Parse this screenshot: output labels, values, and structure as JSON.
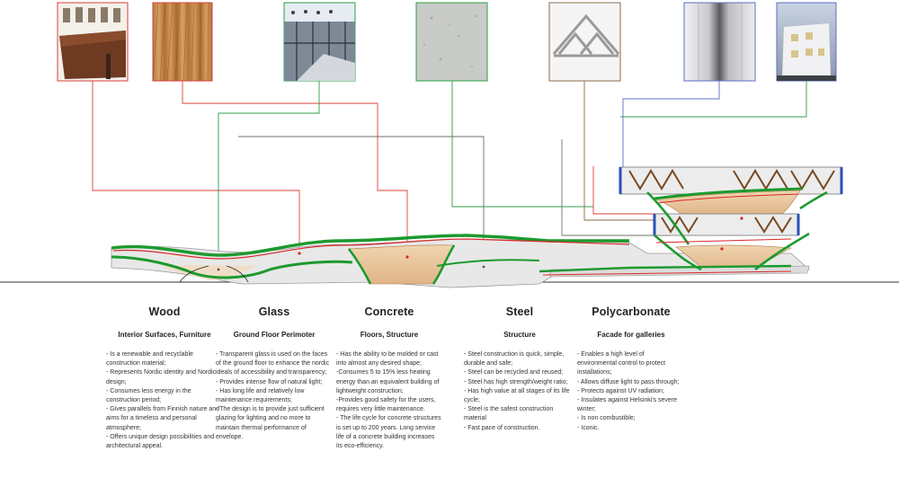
{
  "colors": {
    "wood": "#d9413a",
    "glass": "#2e9e48",
    "concrete": "#6f6f6f",
    "steel": "#8a6a4a",
    "polycarbonate": "#5a6fc4",
    "green_band": "#1c9a2e",
    "red_line": "#d8282a",
    "blue_band": "#2d4fb8",
    "wood_fill": "#e6c29a"
  },
  "materials": [
    {
      "key": "wood",
      "title": "Wood",
      "subtitle": "Interior Surfaces, Furniture",
      "points": [
        "- Is a renewable and recyclable construction material;",
        "- Represents Nordic identity and Nordic design;",
        "- Consumes less energy in the construction period;",
        "- Gives parallels from Finnish nature and aims for a timeless and personal atmosphere;",
        "- Offers unique design possibilities and architectural appeal."
      ]
    },
    {
      "key": "glass",
      "title": "Glass",
      "subtitle": "Ground Floor Perimoter",
      "points": [
        "- Transparent glass is used on the faces of the ground floor to enhance the nordic ideals of accessibility and transparency;",
        "- Provides intense flow of natural light;",
        "- Has long life and relatively low maintenance requirements;",
        "- The design is to provide just sufficient glazing for lighting and no more to maintain thermal performance of envelope."
      ]
    },
    {
      "key": "concrete",
      "title": "Concrete",
      "subtitle": "Floors, Structure",
      "points": [
        "- Has the ability to be molded or cast into almost any desired shape;",
        "-Consumes 5 to 15% less heating energy than an equivalent building of lightweight construction;",
        "-Provides good safety for the users, requires very little maintenance.",
        "- The life cycle for concrete structures is set up to 200 years. Long service life of a concrete building increases its eco-efficiency."
      ]
    },
    {
      "key": "steel",
      "title": "Steel",
      "subtitle": "Structure",
      "points": [
        "- Steel construction is quick, simple, durable and safe;",
        "- Steel can be recycled and reused;",
        "- Steel has high strength/weight ratio;",
        "- Has high value at all stages of its life cycle;",
        "- Steel is the safest construction material",
        "- Fast pace of construction."
      ]
    },
    {
      "key": "polycarbonate",
      "title": "Polycarbonate",
      "subtitle": "Facade for galleries",
      "points": [
        "- Enables a high level of environmental control to protect installations;",
        "- Allows diffuse light to pass through;",
        "- Protects against UV radiation;",
        "- Insulates against Helsinki's severe winter;",
        "- Is non combustible;",
        "- Iconic."
      ]
    }
  ],
  "swatches": [
    {
      "name": "wood-furniture-photo",
      "material": "wood"
    },
    {
      "name": "wood-deck-texture",
      "material": "wood"
    },
    {
      "name": "glass-facade-photo",
      "material": "glass"
    },
    {
      "name": "concrete-texture",
      "material": "glass"
    },
    {
      "name": "steel-truss-drawing",
      "material": "steel"
    },
    {
      "name": "polycarbonate-panel-texture",
      "material": "polycarbonate"
    },
    {
      "name": "polycarbonate-building-photo",
      "material": "polycarbonate"
    }
  ]
}
